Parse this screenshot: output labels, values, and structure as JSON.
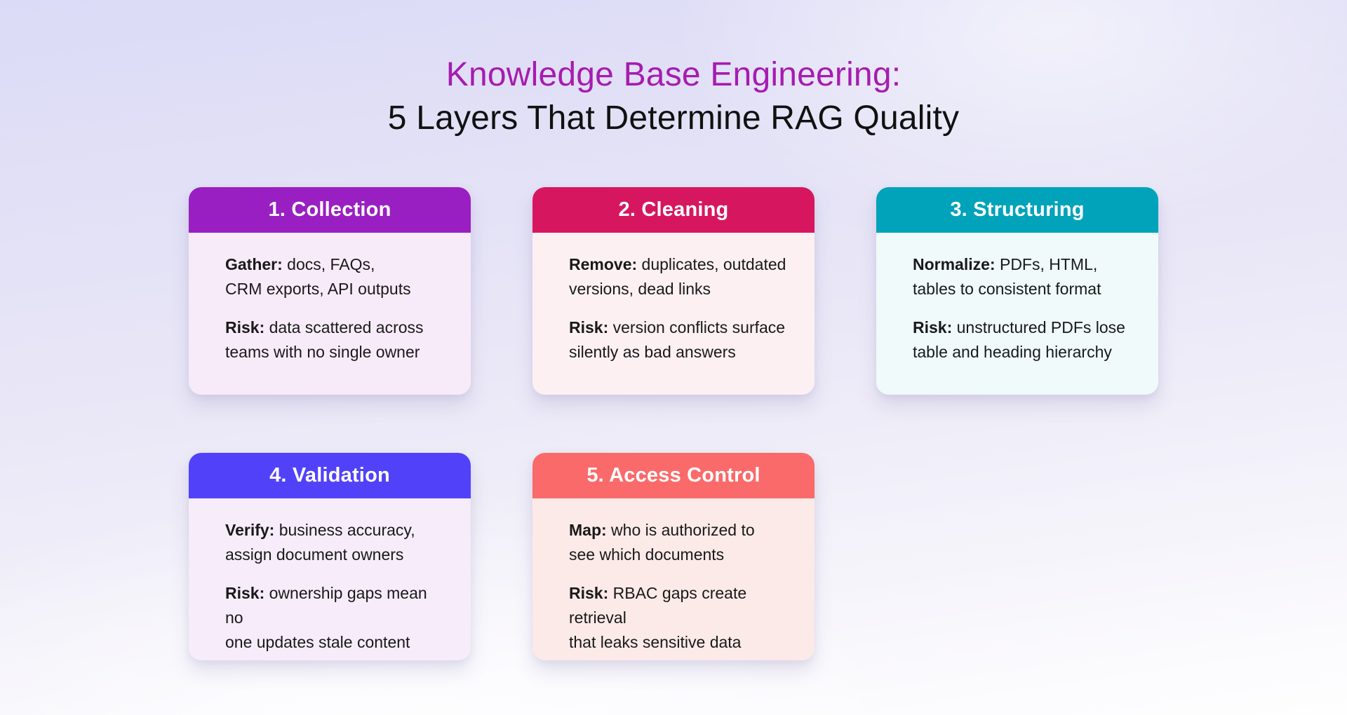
{
  "title": {
    "line1": "Knowledge Base Engineering:",
    "line2": "5 Layers That Determine RAG Quality",
    "accent_color": "#a61cb0",
    "main_color": "#111111"
  },
  "cards": [
    {
      "heading": "1. Collection",
      "header_color": "#9a1fc3",
      "body_color": "#f8ebf9",
      "p1": {
        "bold": "Gather:",
        "rest1": " docs, FAQs,",
        "line2": "CRM exports, API outputs"
      },
      "p2": {
        "bold": "Risk:",
        "rest1": " data scattered across",
        "line2": "teams with no single owner"
      }
    },
    {
      "heading": "2. Cleaning",
      "header_color": "#d6175f",
      "body_color": "#fdf0f3",
      "p1": {
        "bold": "Remove:",
        "rest1": " duplicates, outdated",
        "line2": "versions, dead links"
      },
      "p2": {
        "bold": "Risk:",
        "rest1": " version conflicts surface",
        "line2": "silently as bad answers"
      }
    },
    {
      "heading": "3. Structuring",
      "header_color": "#00a3ba",
      "body_color": "#f0fafb",
      "p1": {
        "bold": "Normalize:",
        "rest1": " PDFs, HTML,",
        "line2": "tables to consistent format"
      },
      "p2": {
        "bold": "Risk:",
        "rest1": " unstructured PDFs lose",
        "line2": "table and heading hierarchy"
      }
    },
    {
      "heading": "4. Validation",
      "header_color": "#5142fa",
      "body_color": "#f6ecfa",
      "p1": {
        "bold": "Verify:",
        "rest1": " business accuracy,",
        "line2": "assign document owners"
      },
      "p2": {
        "bold": "Risk:",
        "rest1": " ownership gaps mean no",
        "line2": "one updates stale content"
      }
    },
    {
      "heading": "5. Access Control",
      "header_color": "#fa6a6a",
      "body_color": "#fceae8",
      "p1": {
        "bold": "Map:",
        "rest1": " who is authorized to",
        "line2": "see which documents"
      },
      "p2": {
        "bold": "Risk:",
        "rest1": " RBAC gaps create retrieval",
        "line2": "that leaks sensitive data"
      }
    }
  ]
}
